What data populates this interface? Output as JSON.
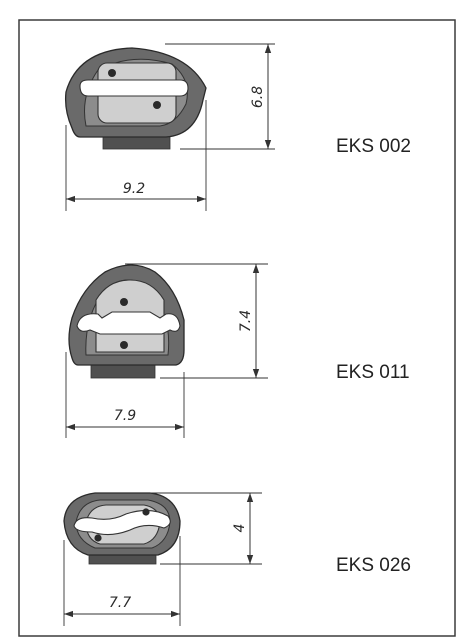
{
  "items": [
    {
      "label": "EKS 002",
      "width": "9.2",
      "height": "6.8"
    },
    {
      "label": "EKS 011",
      "width": "7.9",
      "height": "7.4"
    },
    {
      "label": "EKS 026",
      "width": "7.7",
      "height": "4"
    }
  ],
  "colors": {
    "body_outer": "#6a6a6a",
    "body_inner": "#8c8c8c",
    "insert": "#cfcfcf",
    "blade": "#505050",
    "frame": "#3c3c3c",
    "line": "#333333"
  }
}
